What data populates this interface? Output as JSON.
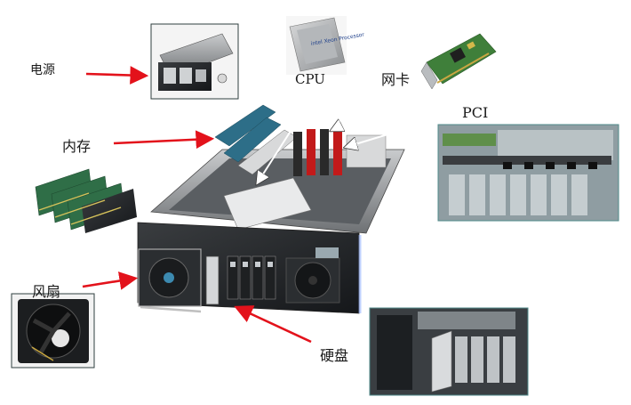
{
  "labels": {
    "power": "电源",
    "cpu": "CPU",
    "nic": "网卡",
    "pci": "PCI",
    "memory": "内存",
    "fan": "风扇",
    "disk": "硬盘"
  },
  "cpu_chip_text": "intel Xeon Processor",
  "colors": {
    "arrow": "#e3121b",
    "callout": "#ffffff",
    "server_metal": "#8c8f92",
    "pcb_green": "#3f7f3a"
  }
}
